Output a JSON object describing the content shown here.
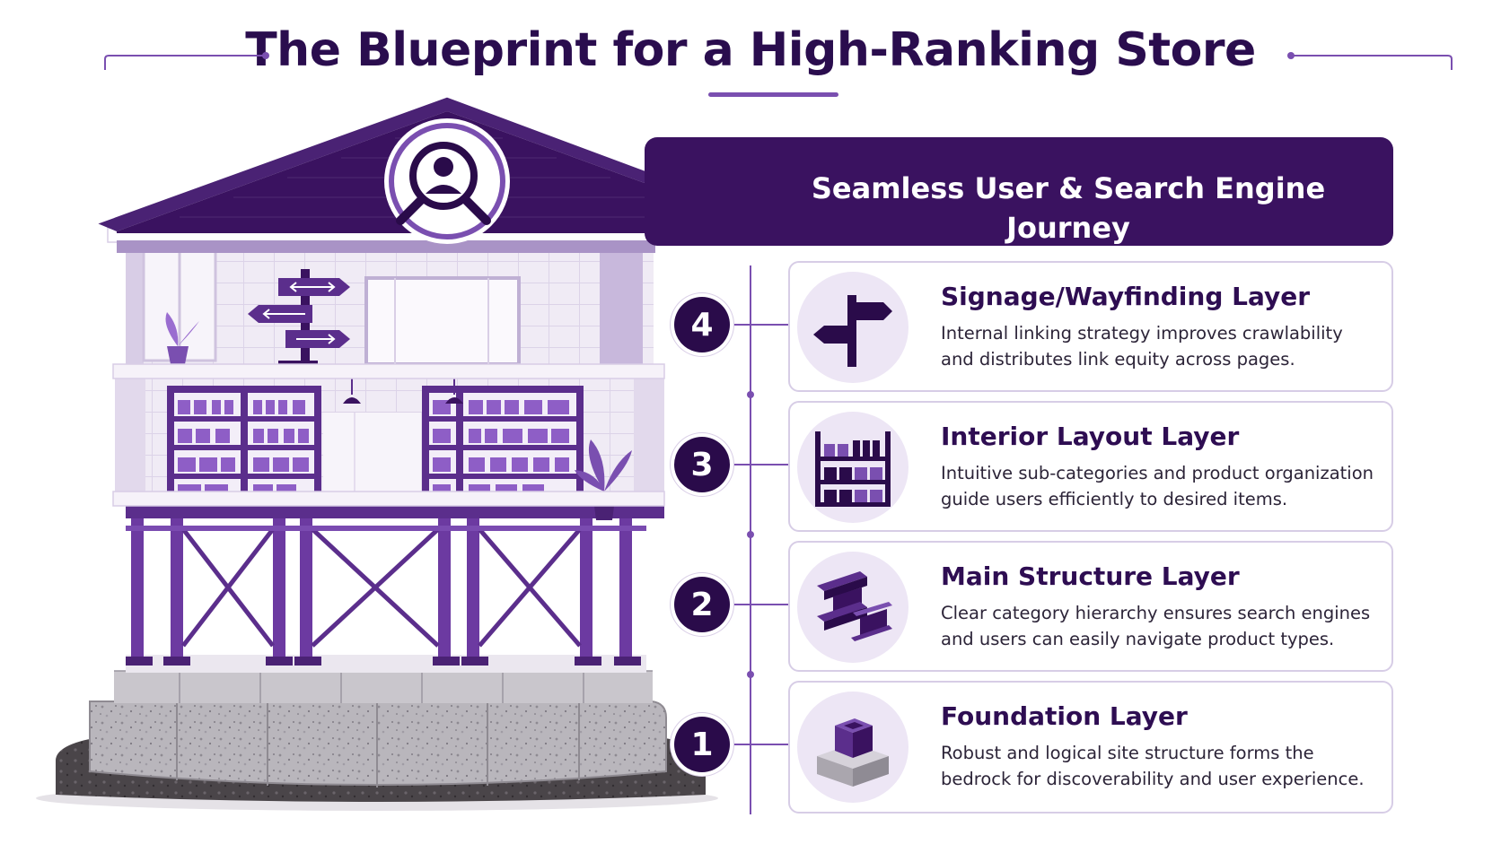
{
  "title": "The Blueprint for a High-Ranking Store",
  "banner": "Seamless User & Search Engine Journey",
  "colors": {
    "primary_dark": "#2a0b4a",
    "banner": "#3a1260",
    "accent": "#7a4fb0",
    "light_lavender": "#ede6f5",
    "concrete": "#b8b6ba"
  },
  "layers": [
    {
      "number": "4",
      "title": "Signage/Wayfinding Layer",
      "description": "Internal linking strategy improves crawlability and distributes link equity across pages.",
      "icon": "signpost-icon"
    },
    {
      "number": "3",
      "title": "Interior Layout Layer",
      "description": "Intuitive sub-categories and product organization guide users efficiently to desired items.",
      "icon": "shelving-icon"
    },
    {
      "number": "2",
      "title": "Main Structure Layer",
      "description": "Clear category hierarchy ensures search engines and users can easily navigate product types.",
      "icon": "steel-beam-icon"
    },
    {
      "number": "1",
      "title": "Foundation Layer",
      "description": "Robust and logical site structure forms the bedrock for discoverability and user experience.",
      "icon": "foundation-block-icon"
    }
  ]
}
